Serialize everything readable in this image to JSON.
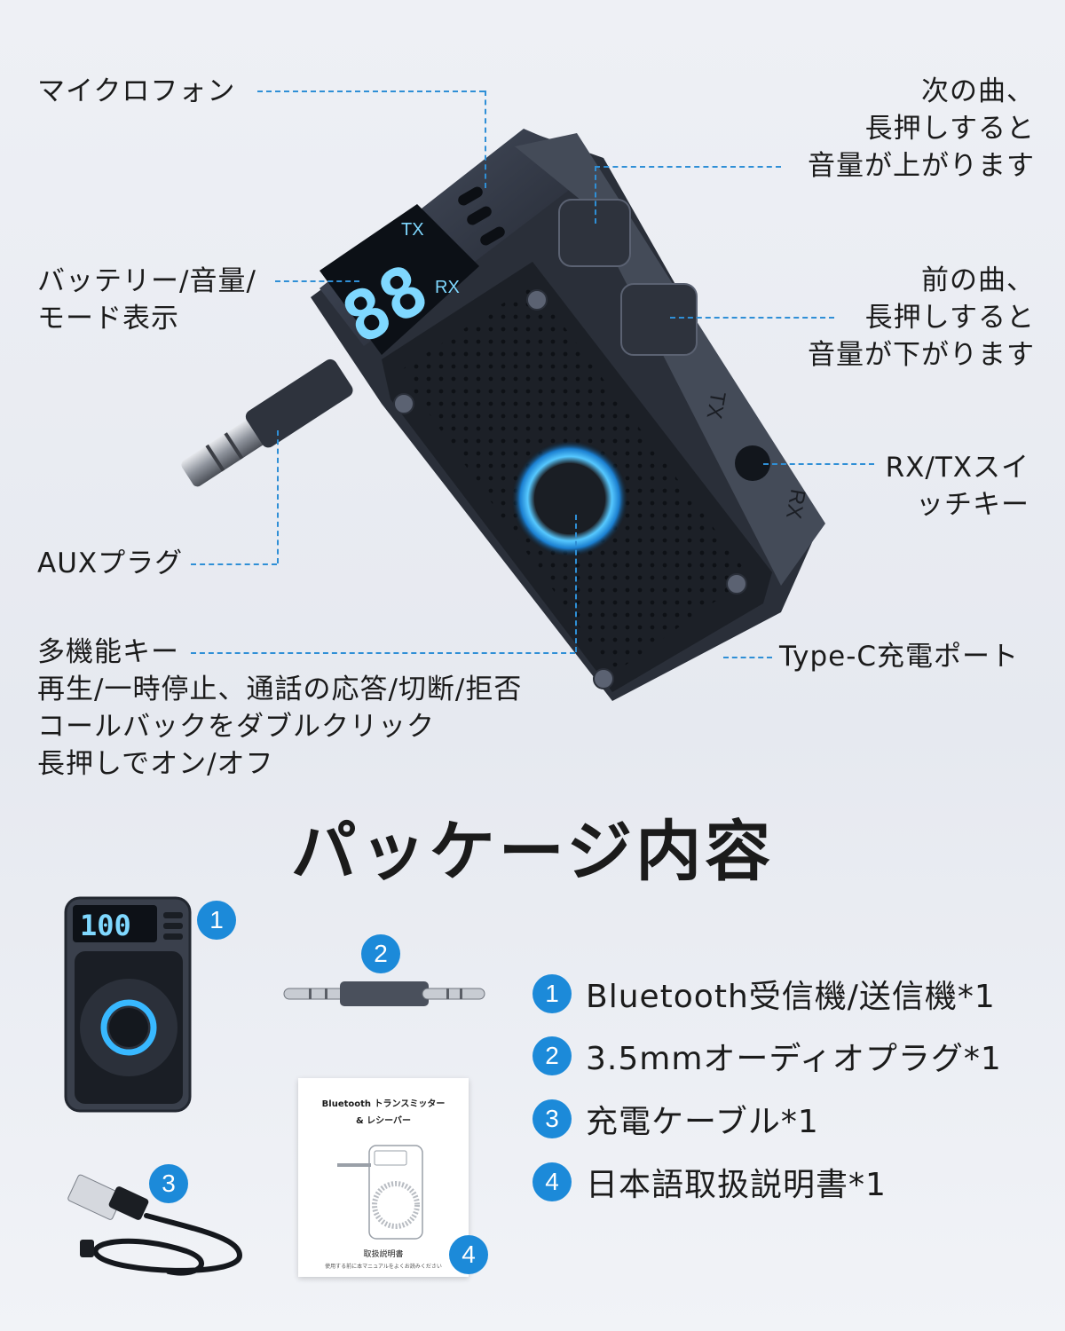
{
  "labels": {
    "mic": "マイクロフォン",
    "display": [
      "バッテリー/音量/",
      "モード表示"
    ],
    "aux": "AUXプラグ",
    "multi": [
      "多機能キー",
      "再生/一時停止、通話の応答/切断/拒否",
      "コールバックをダブルクリック",
      "長押しでオン/オフ"
    ],
    "next": [
      "次の曲、",
      "長押しすると",
      "音量が上がります"
    ],
    "prev": [
      "前の曲、",
      "長押しすると",
      "音量が下がります"
    ],
    "switch": [
      "RX/TXスイ",
      "ッチキー"
    ],
    "typec": "Type-C充電ポート"
  },
  "device": {
    "display_value": "88",
    "mode_tx": "TX",
    "mode_rx": "RX",
    "side_tx": "TX",
    "side_rx": "RX"
  },
  "package": {
    "title": "パッケージ内容",
    "items": [
      {
        "num": "1",
        "text": "Bluetooth受信機/送信機*1"
      },
      {
        "num": "2",
        "text": "3.5mmオーディオプラグ*1"
      },
      {
        "num": "3",
        "text": "充電ケーブル*1"
      },
      {
        "num": "4",
        "text": "日本語取扱説明書*1"
      }
    ],
    "thumb_display": "100",
    "manual_title": [
      "Bluetooth トランスミッター",
      "& レシーバー"
    ],
    "manual_footer": "取扱説明書",
    "manual_note": "使用する前に本マニュアルをよくお読みください"
  },
  "colors": {
    "accent": "#1c8ad9",
    "dash": "#2f8fd6",
    "ring": "#38b8ff"
  }
}
